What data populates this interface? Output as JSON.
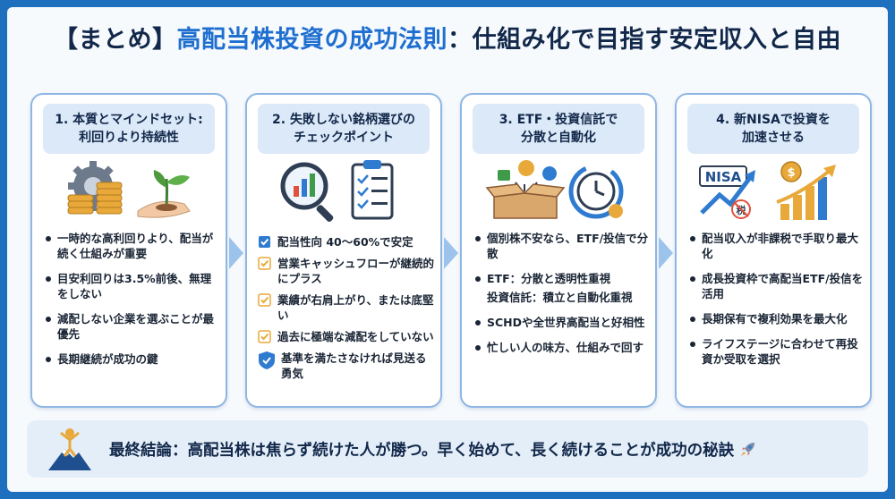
{
  "title": {
    "prefix": "【まとめ】",
    "highlight": "高配当株投資の成功法則",
    "suffix": "：仕組み化で目指す安定収入と自由"
  },
  "cards": [
    {
      "heading_line1": "1. 本質とマインドセット:",
      "heading_line2": "利回りより持続性",
      "icons": [
        "gear-icon",
        "coin-stack-icon",
        "sprout-in-hand-icon"
      ],
      "bullets": [
        "一時的な高利回りより、配当が続く仕組みが重要",
        "目安利回りは3.5%前後、無理をしない",
        "減配しない企業を選ぶことが最優先",
        "長期継続が成功の鍵"
      ]
    },
    {
      "heading_line1": "2. 失敗しない銘柄選びの",
      "heading_line2": "チェックポイント",
      "icons": [
        "magnifier-chart-icon",
        "clipboard-checklist-icon"
      ],
      "checks": [
        "配当性向 40〜60%で安定",
        "営業キャッシュフローが継続的にプラス",
        "業績が右肩上がり、または底堅い",
        "過去に極端な減配をしていない"
      ],
      "shield_text": "基準を満たさなければ見送る勇気"
    },
    {
      "heading_line1": "3. ETF・投資信託で",
      "heading_line2": "分散と自動化",
      "icons": [
        "box-diversify-icon",
        "clock-cycle-icon"
      ],
      "bullets": [
        "個別株不安なら、ETF/投信で分散",
        "ETF：分散と透明性重視",
        "投資信託：積立と自動化重視",
        "SCHDや全世界高配当と好相性",
        "忙しい人の味方、仕組みで回す"
      ]
    },
    {
      "heading_line1": "4. 新NISAで投資を",
      "heading_line2": "加速させる",
      "icons": [
        "nisa-trend-icon",
        "growth-bars-icon"
      ],
      "nisa_label": "NISA",
      "tax_label": "税",
      "bullets": [
        "配当収入が非課税で手取り最大化",
        "成長投資枠で高配当ETF/投信を活用",
        "長期保有で複利効果を最大化",
        "ライフステージに合わせて再投資か受取を選択"
      ]
    }
  ],
  "conclusion": "最終結論：高配当株は焦らず続けた人が勝つ。早く始めて、長く続けることが成功の秘訣",
  "colors": {
    "background": "#1f6fbf",
    "accent": "#1f6fd0",
    "card_border": "#8fb6e3",
    "header_fill": "#dbe9f8",
    "coin": "#e8a93a",
    "plant": "#4f9a3e"
  }
}
